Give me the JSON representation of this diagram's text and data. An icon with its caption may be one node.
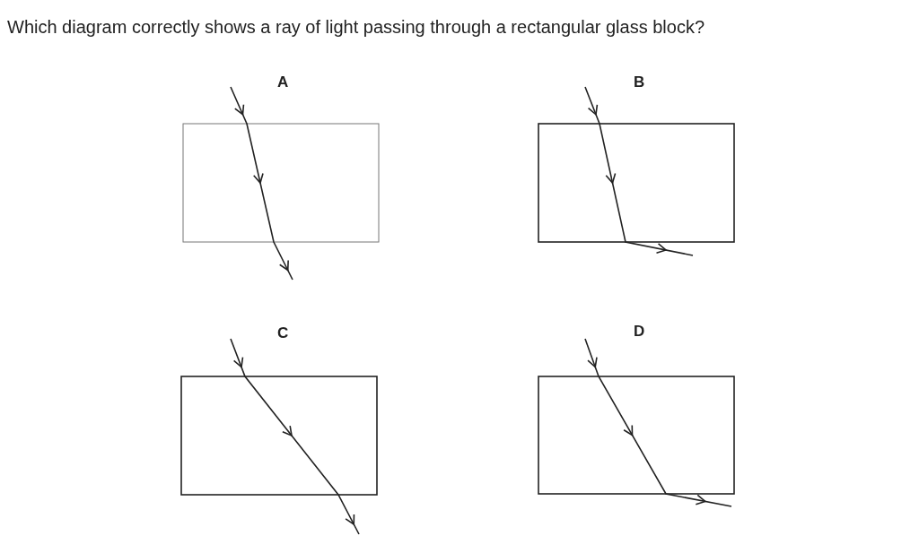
{
  "diagram": {
    "title": "Which diagram correctly shows a ray of light passing through a rectangular glass block?",
    "labels": [
      "A",
      "B",
      "C",
      "D"
    ]
  }
}
